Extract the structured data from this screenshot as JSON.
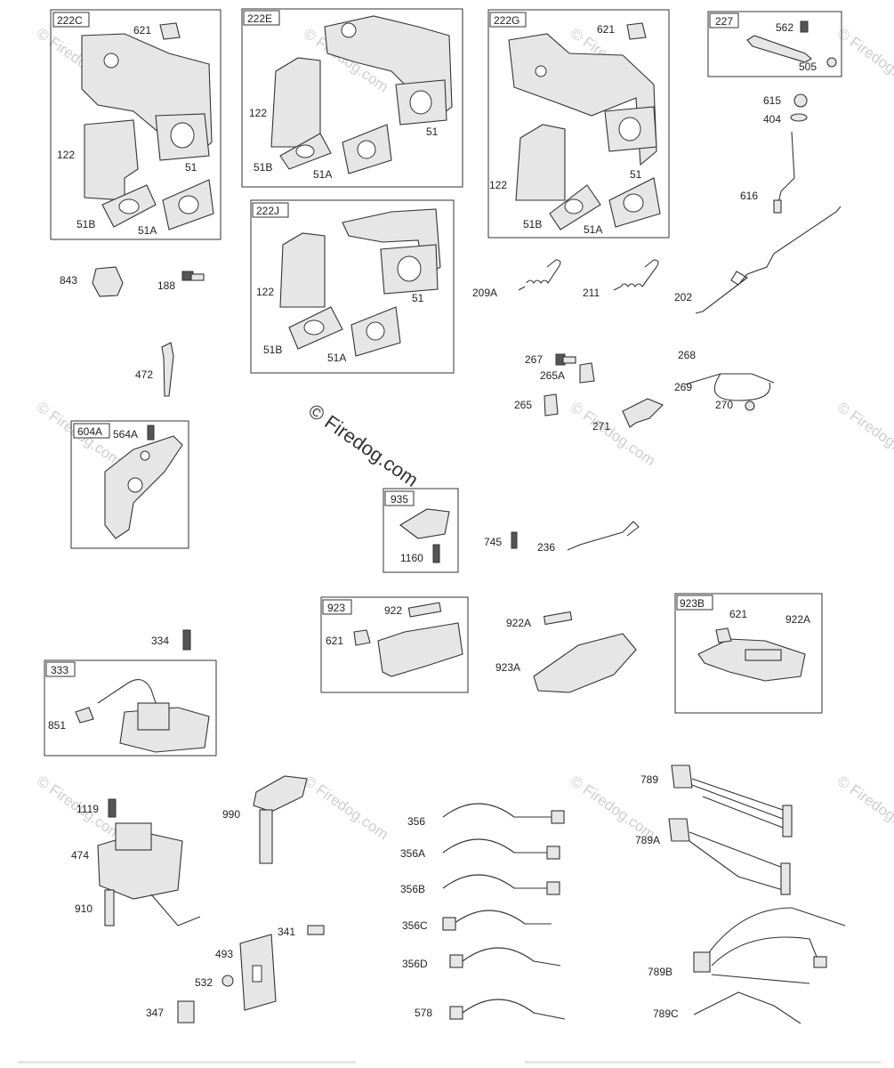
{
  "watermark": {
    "text": "© Firedog.com"
  },
  "groups": {
    "g222c": {
      "tag": "222C",
      "labels": [
        "621",
        "122",
        "51",
        "51B",
        "51A"
      ]
    },
    "g222e": {
      "tag": "222E",
      "labels": [
        "122",
        "51",
        "51B",
        "51A"
      ]
    },
    "g222g": {
      "tag": "222G",
      "labels": [
        "621",
        "122",
        "51",
        "51B",
        "51A"
      ]
    },
    "g227": {
      "tag": "227",
      "labels": [
        "562",
        "505"
      ]
    },
    "g222j": {
      "tag": "222J",
      "labels": [
        "122",
        "51",
        "51B",
        "51A"
      ]
    },
    "g604a": {
      "tag": "604A",
      "labels": [
        "564A"
      ]
    },
    "g935": {
      "tag": "935",
      "labels": [
        "1160"
      ]
    },
    "g923": {
      "tag": "923",
      "labels": [
        "922",
        "621"
      ]
    },
    "g923b": {
      "tag": "923B",
      "labels": [
        "621",
        "922A"
      ]
    },
    "g333": {
      "tag": "333",
      "labels": [
        "851"
      ]
    }
  },
  "parts": {
    "p615": "615",
    "p404": "404",
    "p616": "616",
    "p202": "202",
    "p843": "843",
    "p188": "188",
    "p209a": "209A",
    "p211": "211",
    "p472": "472",
    "p267": "267",
    "p265a": "265A",
    "p268": "268",
    "p269": "269",
    "p265": "265",
    "p271": "271",
    "p270": "270",
    "p745": "745",
    "p236": "236",
    "p922a": "922A",
    "p923a": "923A",
    "p334": "334",
    "p789": "789",
    "p789a": "789A",
    "p789b": "789B",
    "p789c": "789C",
    "p1119": "1119",
    "p474": "474",
    "p910": "910",
    "p990": "990",
    "p341": "341",
    "p493": "493",
    "p532": "532",
    "p347": "347",
    "p356": "356",
    "p356a": "356A",
    "p356b": "356B",
    "p356c": "356C",
    "p356d": "356D",
    "p578": "578"
  }
}
